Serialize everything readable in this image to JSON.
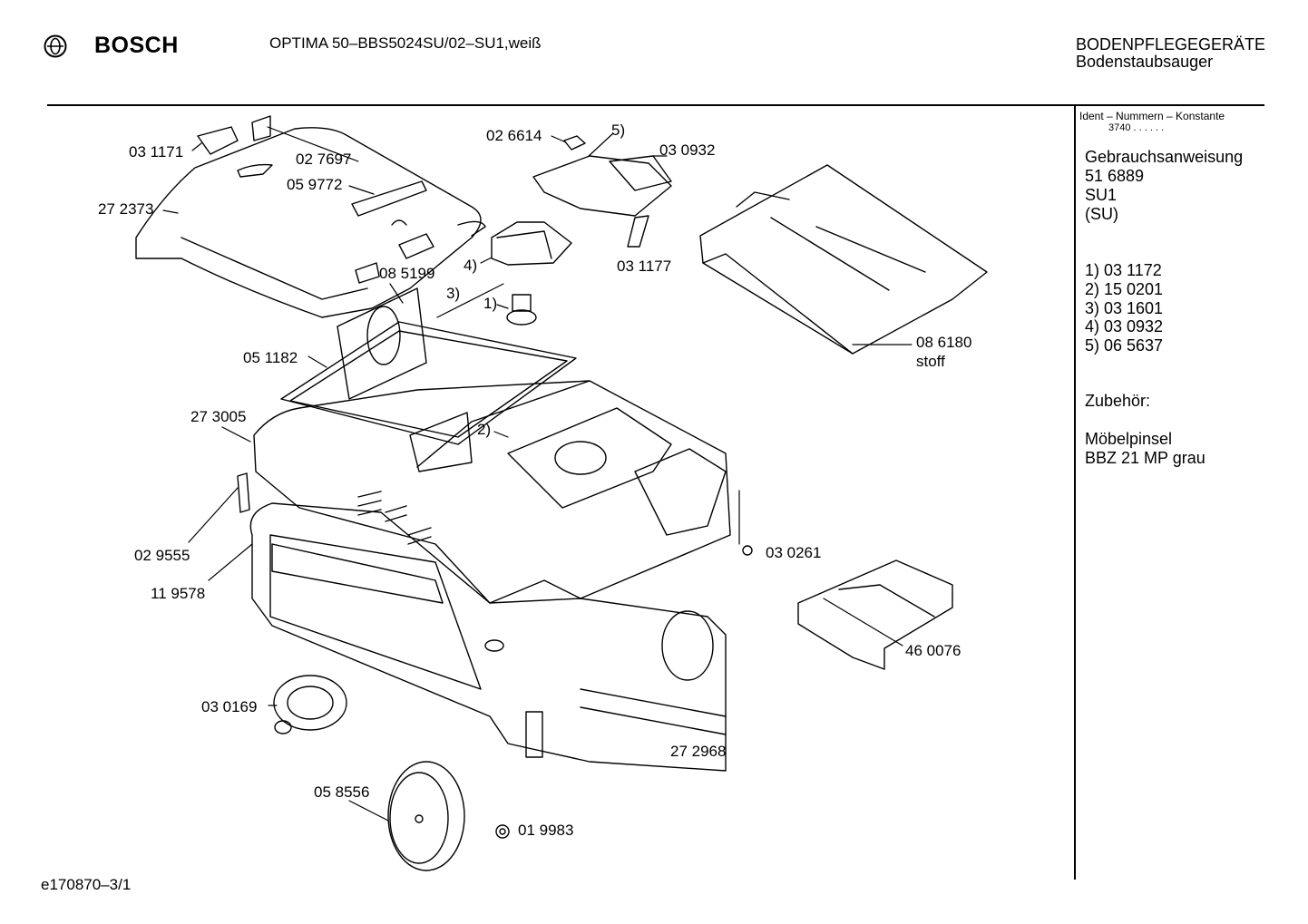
{
  "header": {
    "brand": "BOSCH",
    "model": "OPTIMA 50–BBS5024SU/02–SU1,weiß",
    "category_main": "BODENPFLEGEGERÄTE",
    "category_sub": "Bodenstaubsauger",
    "logo_icon": "bosch-armature-icon"
  },
  "sidebar": {
    "ident_label": "Ident – Nummern – Konstante",
    "ident_value": "3740  . .   . . . .",
    "manual_label": "Gebrauchsanweisung",
    "manual_number": "51 6889",
    "variant": "SU1",
    "variant_paren": "(SU)",
    "refs": [
      "1) 03 1172",
      "2) 15 0201",
      "3) 03 1601",
      "4) 03 0932",
      "5) 06 5637"
    ],
    "accessories_label": "Zubehör:",
    "accessory_name": "Möbelpinsel",
    "accessory_code": "BBZ 21 MP grau"
  },
  "parts": {
    "p031171": "03 1171",
    "p027697": "02 7697",
    "p059772": "05 9772",
    "p272373": "27 2373",
    "p026614": "02 6614",
    "ref5": "5)",
    "p030932": "03 0932",
    "p031177": "03 1177",
    "ref4": "4)",
    "p085199": "08 5199",
    "ref3": "3)",
    "ref1": "1)",
    "p086180": "08 6180",
    "stoff": "stoff",
    "p051182": "05 1182",
    "p273005": "27 3005",
    "ref2": "2)",
    "p030261": "03 0261",
    "p029555": "02 9555",
    "p119578": "11 9578",
    "p460076": "46 0076",
    "p030169": "03 0169",
    "p272968": "27 2968",
    "p058556": "05 8556",
    "p019983": "01 9983"
  },
  "footer": {
    "code": "e170870–3/1"
  }
}
